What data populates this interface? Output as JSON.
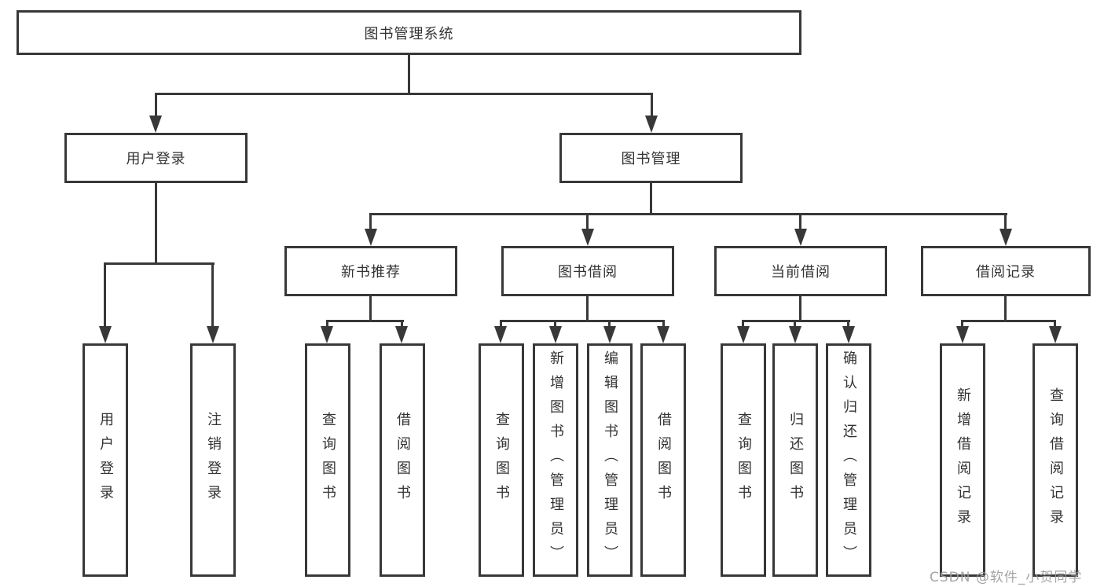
{
  "colors": {
    "line": "#383838",
    "text": "#333333",
    "watermark": "#9e9e9e",
    "background": "#ffffff"
  },
  "diagram": {
    "root": {
      "label": "图书管理系统"
    },
    "level2": [
      {
        "id": "user-login",
        "label": "用户登录"
      },
      {
        "id": "book-management",
        "label": "图书管理"
      }
    ],
    "level3": [
      {
        "id": "new-book-recommend",
        "label": "新书推荐"
      },
      {
        "id": "book-borrowing",
        "label": "图书借阅"
      },
      {
        "id": "current-borrowing",
        "label": "当前借阅"
      },
      {
        "id": "borrow-records",
        "label": "借阅记录"
      }
    ],
    "leaves": [
      {
        "id": "user-login",
        "parent": "user-login",
        "label": "用户登录"
      },
      {
        "id": "logout-login",
        "parent": "user-login",
        "label": "注销登录"
      },
      {
        "id": "query-books-recommend",
        "parent": "new-book-recommend",
        "label": "查询图书"
      },
      {
        "id": "borrow-books-recommend",
        "parent": "new-book-recommend",
        "label": "借阅图书"
      },
      {
        "id": "query-books-borrowing",
        "parent": "book-borrowing",
        "label": "查询图书"
      },
      {
        "id": "add-books-admin",
        "parent": "book-borrowing",
        "label": "新增图书（管理员）"
      },
      {
        "id": "edit-books-admin",
        "parent": "book-borrowing",
        "label": "编辑图书（管理员）"
      },
      {
        "id": "borrow-books-borrowing",
        "parent": "book-borrowing",
        "label": "借阅图书"
      },
      {
        "id": "query-books-current",
        "parent": "current-borrowing",
        "label": "查询图书"
      },
      {
        "id": "return-books",
        "parent": "current-borrowing",
        "label": "归还图书"
      },
      {
        "id": "confirm-return-admin",
        "parent": "current-borrowing",
        "label": "确认归还（管理员）"
      },
      {
        "id": "add-borrow-record",
        "parent": "borrow-records",
        "label": "新增借阅记录"
      },
      {
        "id": "query-borrow-record",
        "parent": "borrow-records",
        "label": "查询借阅记录"
      }
    ]
  },
  "watermark": {
    "text": "CSDN @软件_小贺同学"
  }
}
